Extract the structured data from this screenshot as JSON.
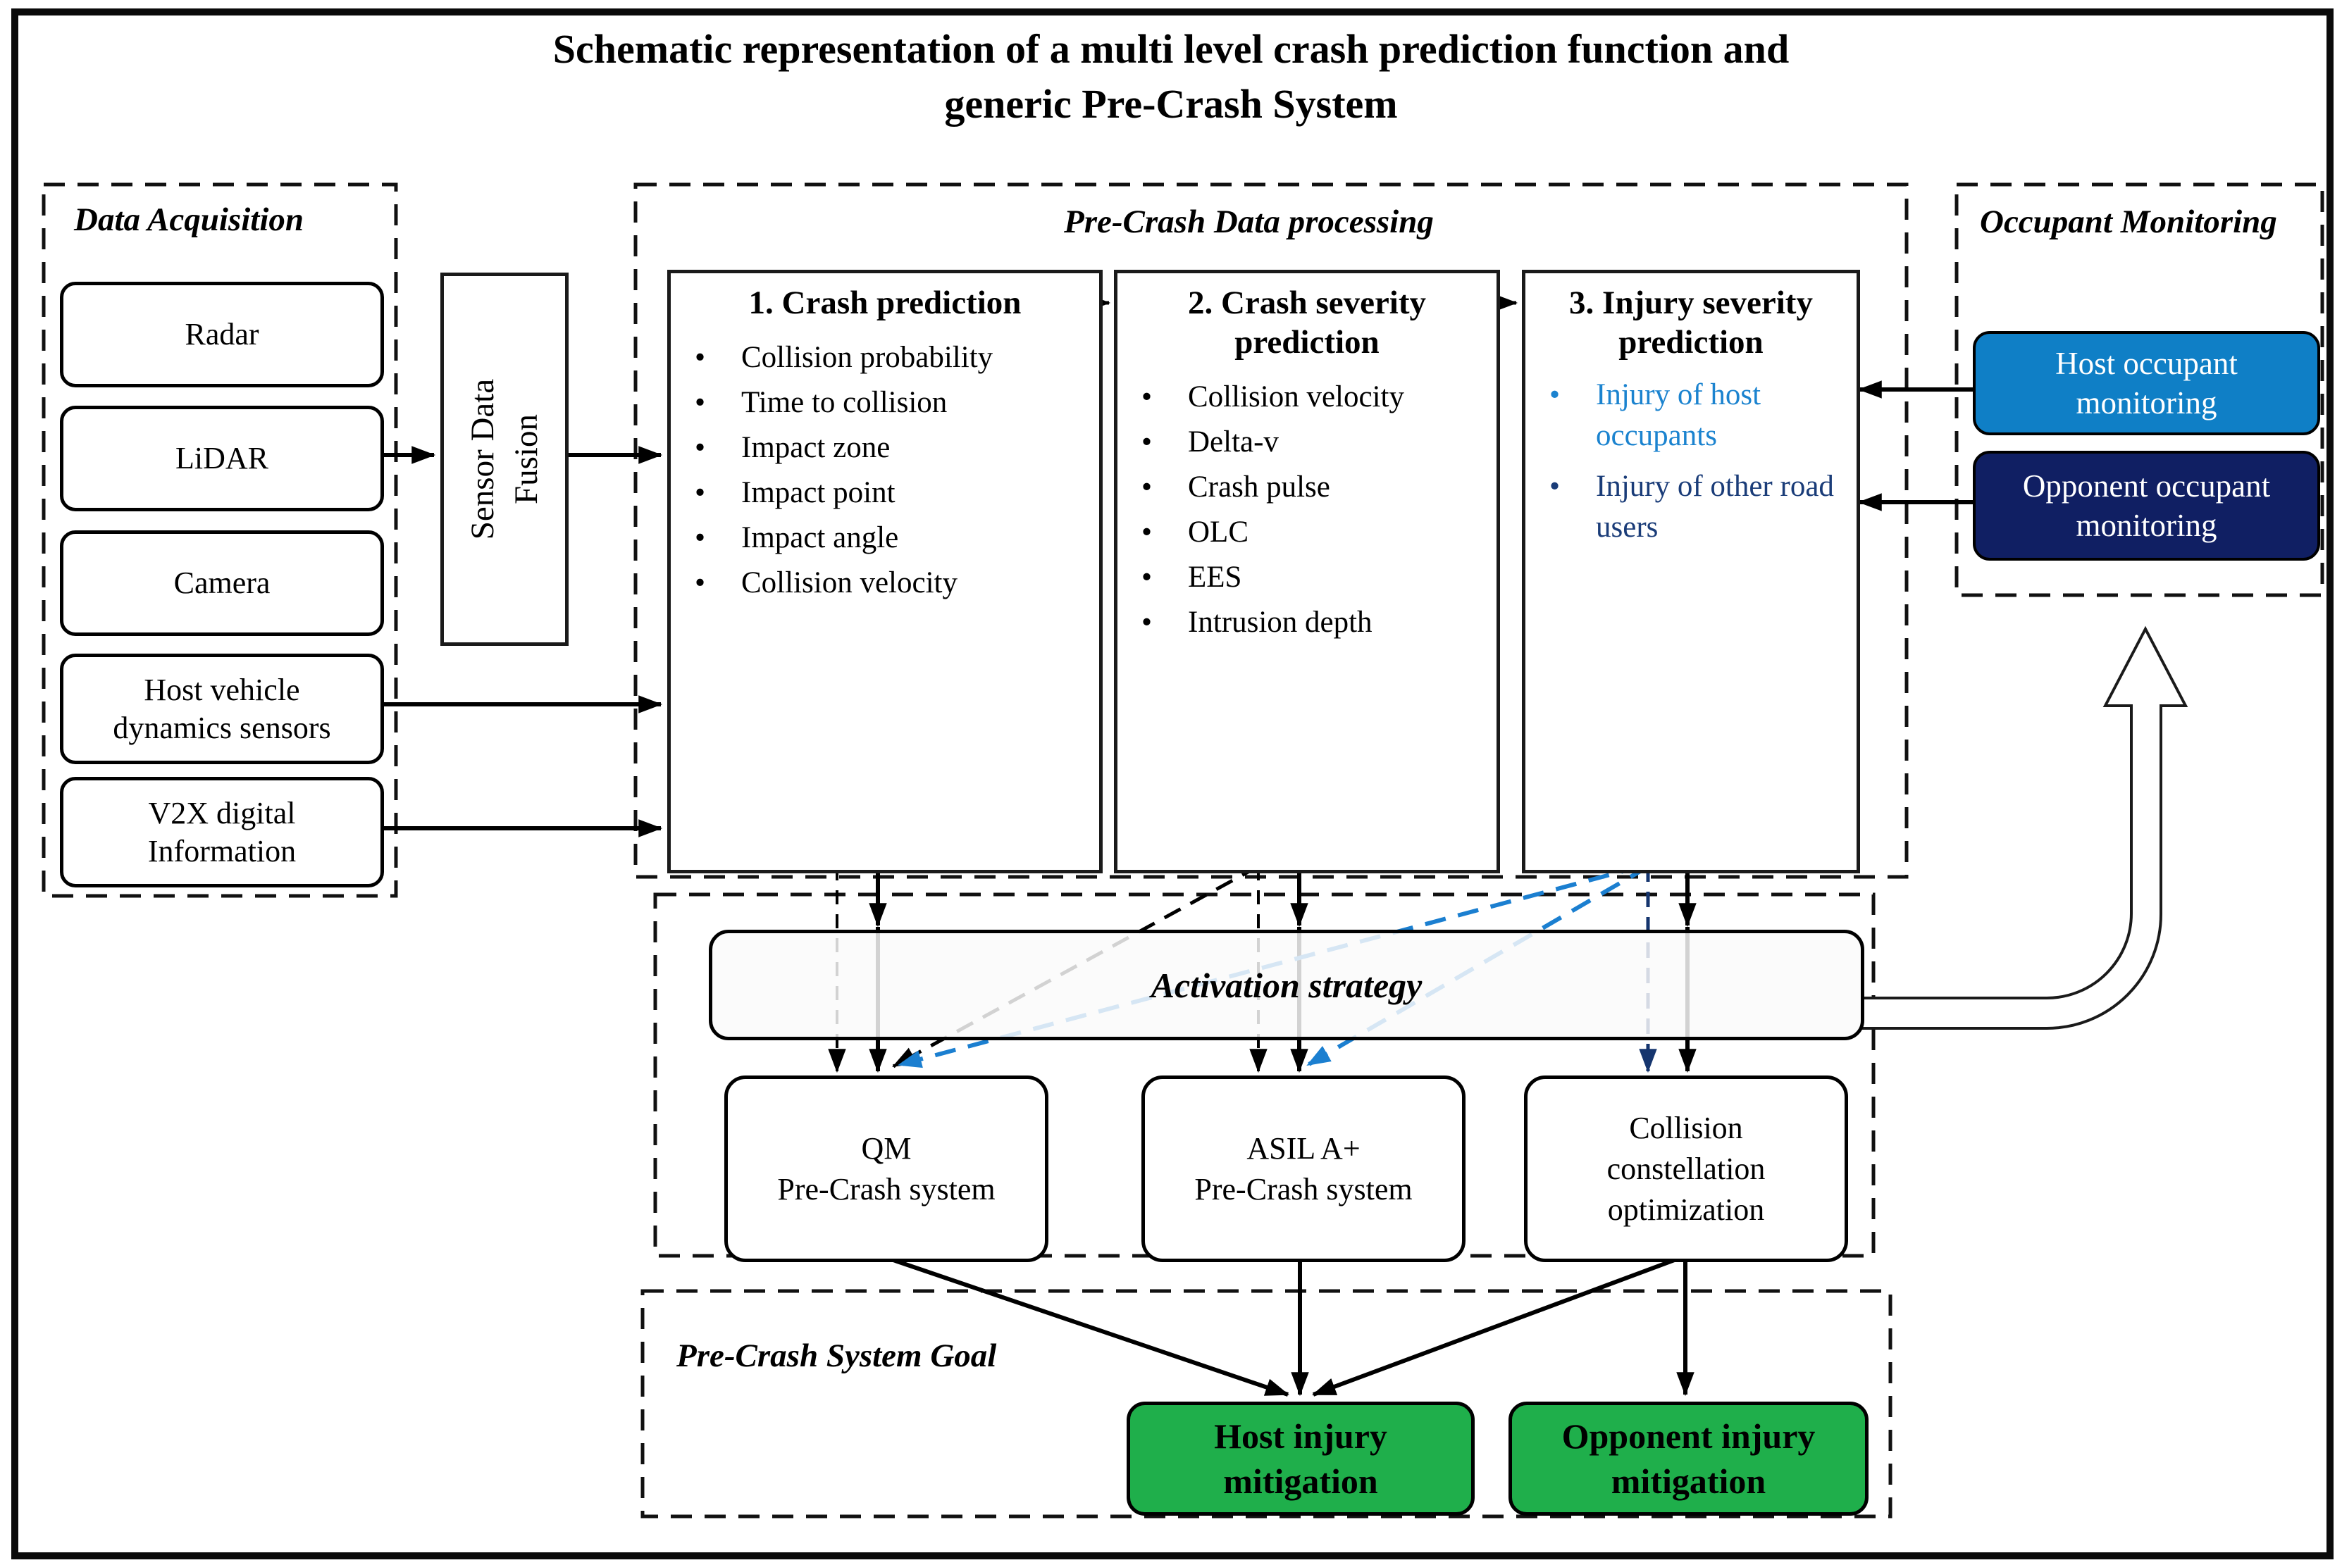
{
  "title": {
    "line1": "Schematic representation of a multi level crash prediction function and",
    "line2": "generic Pre-Crash System"
  },
  "panels": {
    "data_acquisition": {
      "title": "Data Acquisition",
      "sensors": [
        "Radar",
        "LiDAR",
        "Camera",
        "Host vehicle dynamics sensors",
        "V2X digital Information"
      ]
    },
    "sensor_fusion": {
      "line1": "Sensor Data",
      "line2": "Fusion"
    },
    "processing": {
      "title": "Pre-Crash Data processing",
      "box1": {
        "heading": "1. Crash prediction",
        "items": [
          "Collision probability",
          "Time to collision",
          "Impact zone",
          "Impact point",
          "Impact angle",
          "Collision velocity"
        ]
      },
      "box2": {
        "heading": "2. Crash severity prediction",
        "items": [
          "Collision velocity",
          "Delta-v",
          "Crash pulse",
          "OLC",
          "EES",
          "Intrusion depth"
        ]
      },
      "box3": {
        "heading": "3. Injury severity prediction",
        "items": [
          {
            "text": "Injury of host occupants"
          },
          {
            "text": "Injury of other road users"
          }
        ]
      }
    },
    "occupant_monitoring": {
      "title": "Occupant Monitoring",
      "host": "Host occupant monitoring",
      "opponent": "Opponent occupant monitoring"
    },
    "activation": {
      "label": "Activation strategy",
      "systems": [
        {
          "line1": "QM",
          "line2": "Pre-Crash system"
        },
        {
          "line1": "ASIL A+",
          "line2": "Pre-Crash system"
        },
        {
          "line1": "Collision",
          "line2": "constellation",
          "line3": "optimization"
        }
      ]
    },
    "goal": {
      "title": "Pre-Crash System Goal",
      "host": {
        "line1": "Host injury",
        "line2": "mitigation"
      },
      "opponent": {
        "line1": "Opponent injury",
        "line2": "mitigation"
      }
    }
  },
  "colors": {
    "host_monitor_fill": "#0f7fc6",
    "opponent_monitor_fill": "#101f63",
    "host_injury_text": "#1b83cf",
    "other_injury_text": "#1a3c78",
    "goal_green": "#1faf4b",
    "link_blue": "#1b7fd0",
    "link_navy": "#15356e"
  }
}
